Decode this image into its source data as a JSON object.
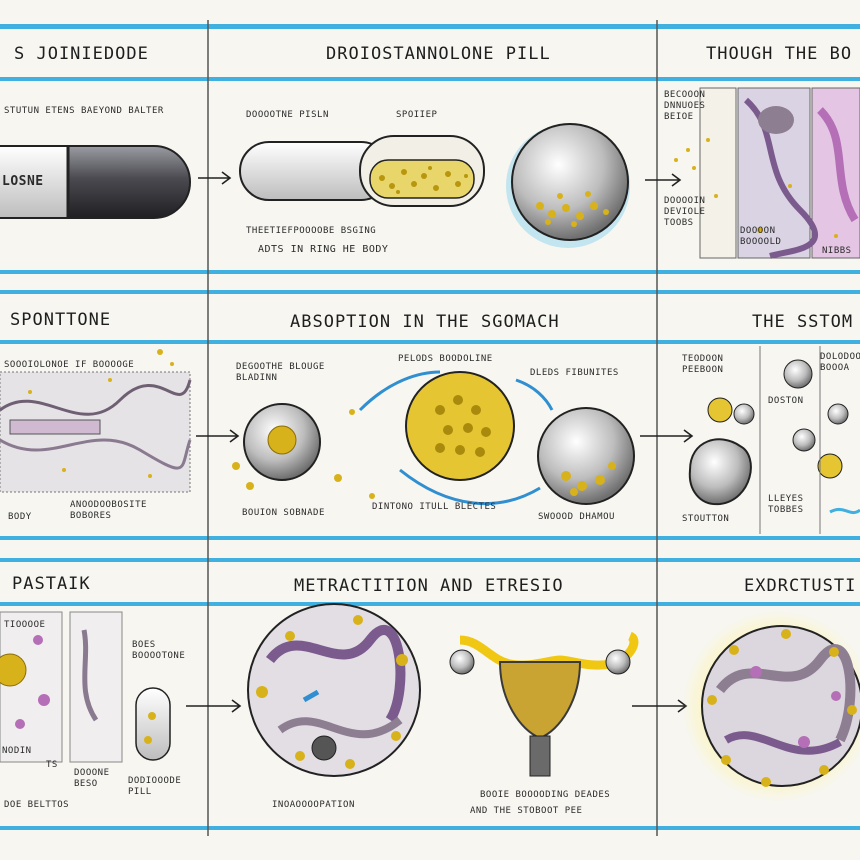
{
  "colors": {
    "band_blue": "#3fb0df",
    "frame_blue": "#2fa3d6",
    "divider": "#555555",
    "capsule_dark": "#4d4d52",
    "granule_yellow": "#d8b21a",
    "tissue_pink": "#c98fc9",
    "paper": "#f7f6f1"
  },
  "rows": [
    {
      "panels": [
        {
          "title": "S JOINIEDODE",
          "labels": [
            "STUTUN ETENS BAEYOND BALTER",
            "LOSNE"
          ]
        },
        {
          "title": "DROIOSTANNOLONE PILL",
          "labels": [
            "DOOOOTNE PISLN",
            "SPOIIEP",
            "THEETIEFPOOOOBE BSGING",
            "ADTS IN RING HE BODY"
          ]
        },
        {
          "title": "THOUGH THE BO",
          "labels": [
            "BECOOON DNNUOES BEIOE",
            "DOOOOIN DEVIOLE TOOBS",
            "DOOOON BOOOOLD",
            "NIBBS"
          ]
        }
      ]
    },
    {
      "panels": [
        {
          "title": "SPONTTONE",
          "labels": [
            "SOOOIOLONOE IF BOOOOGE",
            "BODY",
            "ANOODOOBOSITE BOBORES"
          ]
        },
        {
          "title": "ABSOPTION IN THE SGOMACH",
          "labels": [
            "DEGOOTHE BLOUGE BLADINN",
            "PELODS BOODOLINE",
            "DLEDS FIBUNITES",
            "BOUION SOBNADE",
            "DINTONO ITULL BLECTES",
            "SWOOOD DHAMOU"
          ]
        },
        {
          "title": "THE SSTOM",
          "labels": [
            "TEODOON PEEBOON",
            "DOSTON",
            "DOLODOOS BOOOA",
            "STOUTTON",
            "LLEYES TOBBES"
          ]
        }
      ]
    },
    {
      "panels": [
        {
          "title": "PASTAIK",
          "labels": [
            "TIOOOOE",
            "BOES BOOOOTONE",
            "DOOONE BESO",
            "DODIOOODE PILL",
            "DOE BELTTOS",
            "NODIN",
            "TS"
          ]
        },
        {
          "title": "METRACTITION AND ETRESIO",
          "labels": [
            "INOAOOOOPATION",
            "BOOIE BOOOODING DEADES",
            "AND THE STOBOOT PEE"
          ]
        },
        {
          "title": "EXDRCTUSTI",
          "labels": []
        }
      ]
    }
  ]
}
